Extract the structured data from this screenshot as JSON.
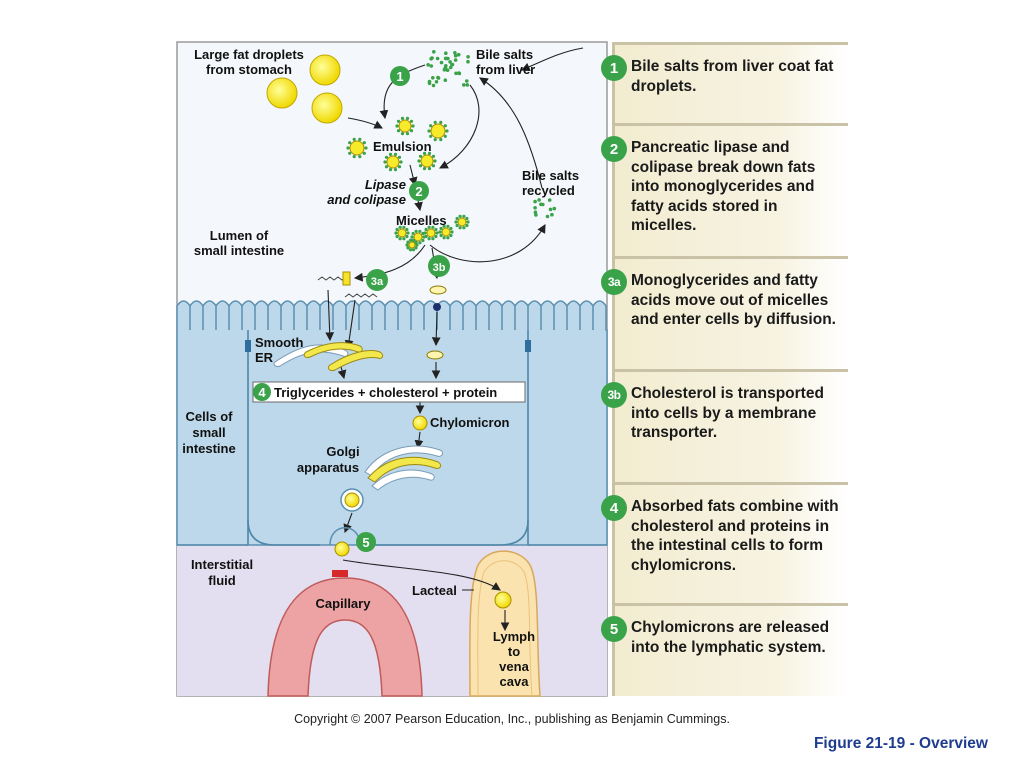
{
  "diagram": {
    "labels": {
      "large_fat_droplets_1": "Large fat droplets",
      "large_fat_droplets_2": "from stomach",
      "bile_salts_liver_1": "Bile salts",
      "bile_salts_liver_2": "from liver",
      "emulsion": "Emulsion",
      "lipase_1": "Lipase",
      "lipase_2": "and colipase",
      "micelles": "Micelles",
      "bile_recycled_1": "Bile salts",
      "bile_recycled_2": "recycled",
      "lumen_1": "Lumen of",
      "lumen_2": "small intestine",
      "smooth_er_1": "Smooth",
      "smooth_er_2": "ER",
      "triglycerides": "Triglycerides + cholesterol + protein",
      "chylomicron": "Chylomicron",
      "cells_1": "Cells of",
      "cells_2": "small",
      "cells_3": "intestine",
      "golgi_1": "Golgi",
      "golgi_2": "apparatus",
      "interstitial_1": "Interstitial",
      "interstitial_2": "fluid",
      "lacteal": "Lacteal",
      "capillary": "Capillary",
      "lymph_1": "Lymph",
      "lymph_2": "to",
      "lymph_3": "vena",
      "lymph_4": "cava"
    },
    "markers": {
      "m1": "1",
      "m2": "2",
      "m3a": "3a",
      "m3b": "3b",
      "m4": "4",
      "m5": "5"
    }
  },
  "steps": [
    {
      "badge": "1",
      "text": "Bile salts from liver coat fat droplets."
    },
    {
      "badge": "2",
      "text": "Pancreatic lipase and colipase break down fats into monoglycerides and fatty acids stored in micelles."
    },
    {
      "badge": "3a",
      "text": "Monoglycerides and fatty acids move out of micelles and enter cells by diffusion."
    },
    {
      "badge": "3b",
      "text": "Cholesterol is transported into cells by a membrane transporter."
    },
    {
      "badge": "4",
      "text": "Absorbed fats combine with cholesterol and proteins in the intestinal cells to form chylomicrons."
    },
    {
      "badge": "5",
      "text": "Chylomicrons are released into the lymphatic system."
    }
  ],
  "footer": {
    "copyright": "Copyright © 2007 Pearson Education, Inc., publishing as Benjamin Cummings.",
    "figure_title": "Figure 21-19 - Overview"
  },
  "colors": {
    "lumen_bg": "#f4f7fb",
    "cell_fill": "#bcd8ea",
    "interstitial_fill": "#e3def0",
    "capillary": "#e99a9a",
    "lacteal": "#fbe3b0",
    "fat": "#f7ea2a",
    "marker_green": "#3aa34a",
    "title_blue": "#1f3c8f"
  }
}
